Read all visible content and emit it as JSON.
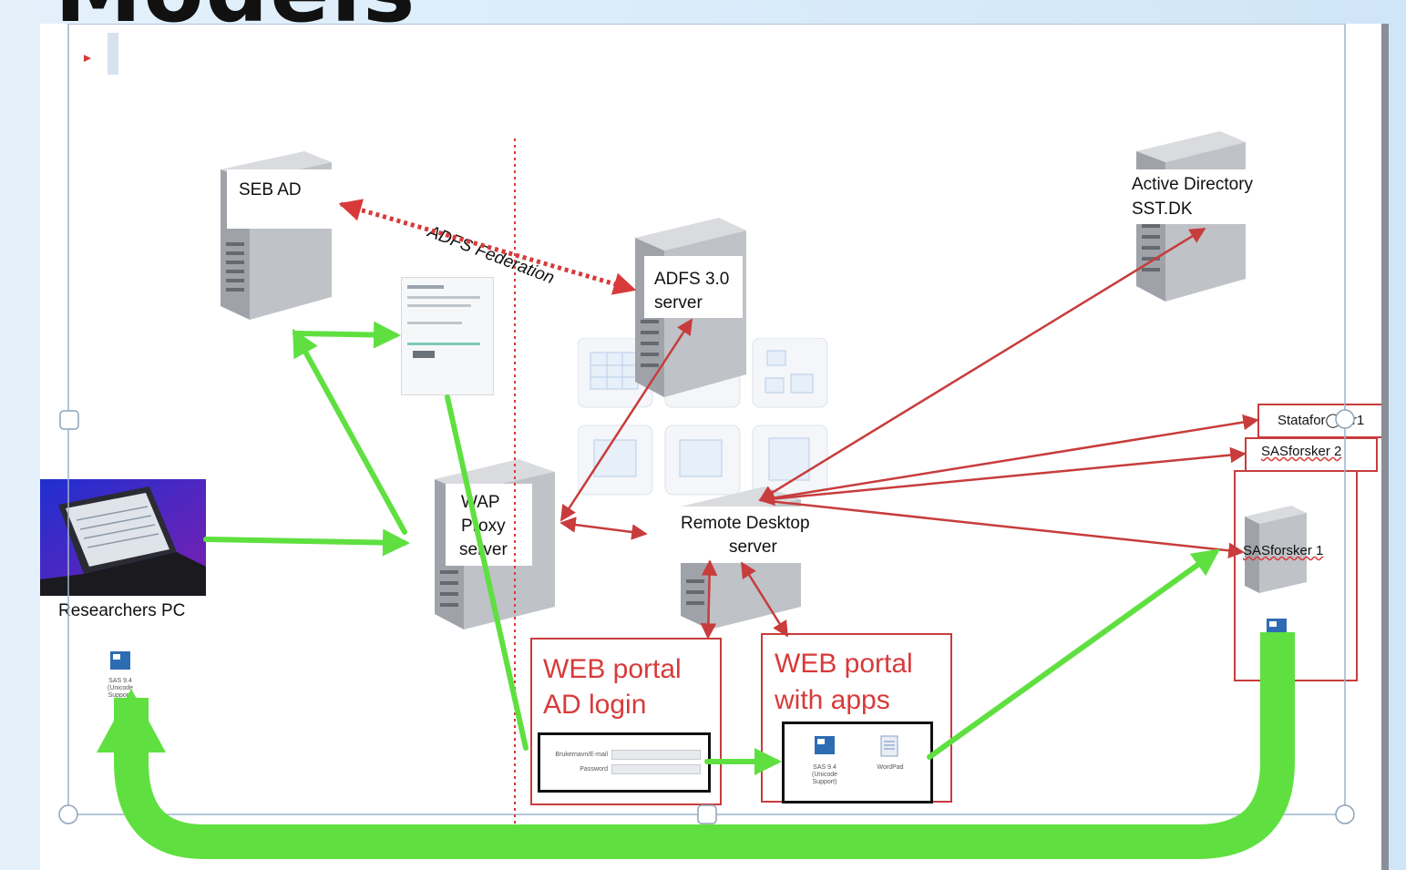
{
  "slide": {
    "title": "Modeis"
  },
  "nodes": {
    "seb_ad": "SEB  AD",
    "adfs_line1": "ADFS 3.0",
    "adfs_line2": "server",
    "active_dir_line1": "Active Directory",
    "active_dir_line2": "SST.DK",
    "wap_line1": "WAP",
    "wap_line2": "Proxy",
    "wap_line3": "server",
    "rd_line1": "Remote Desktop",
    "rd_line2": "server",
    "researchers_pc": "Researchers PC",
    "statafor": "Statafor◯ er1",
    "sasforsker2": "SASforsker 2",
    "sasforsker1": "SASforsker 1"
  },
  "edges": {
    "federation": "ADFS Federation"
  },
  "portals": {
    "ad_login_line1": "WEB portal",
    "ad_login_line2": "AD login",
    "apps_line1": "WEB portal",
    "apps_line2": "with apps",
    "login_username": "Brukernavn/E-mail",
    "login_password": "Password"
  },
  "icons": {
    "sas_label": "SAS 9.4 (Unicode Support)",
    "wordpad_label": "WordPad"
  },
  "colors": {
    "green": "#5fe040",
    "red": "#c83c3c",
    "dashed": "#d83a3a"
  }
}
